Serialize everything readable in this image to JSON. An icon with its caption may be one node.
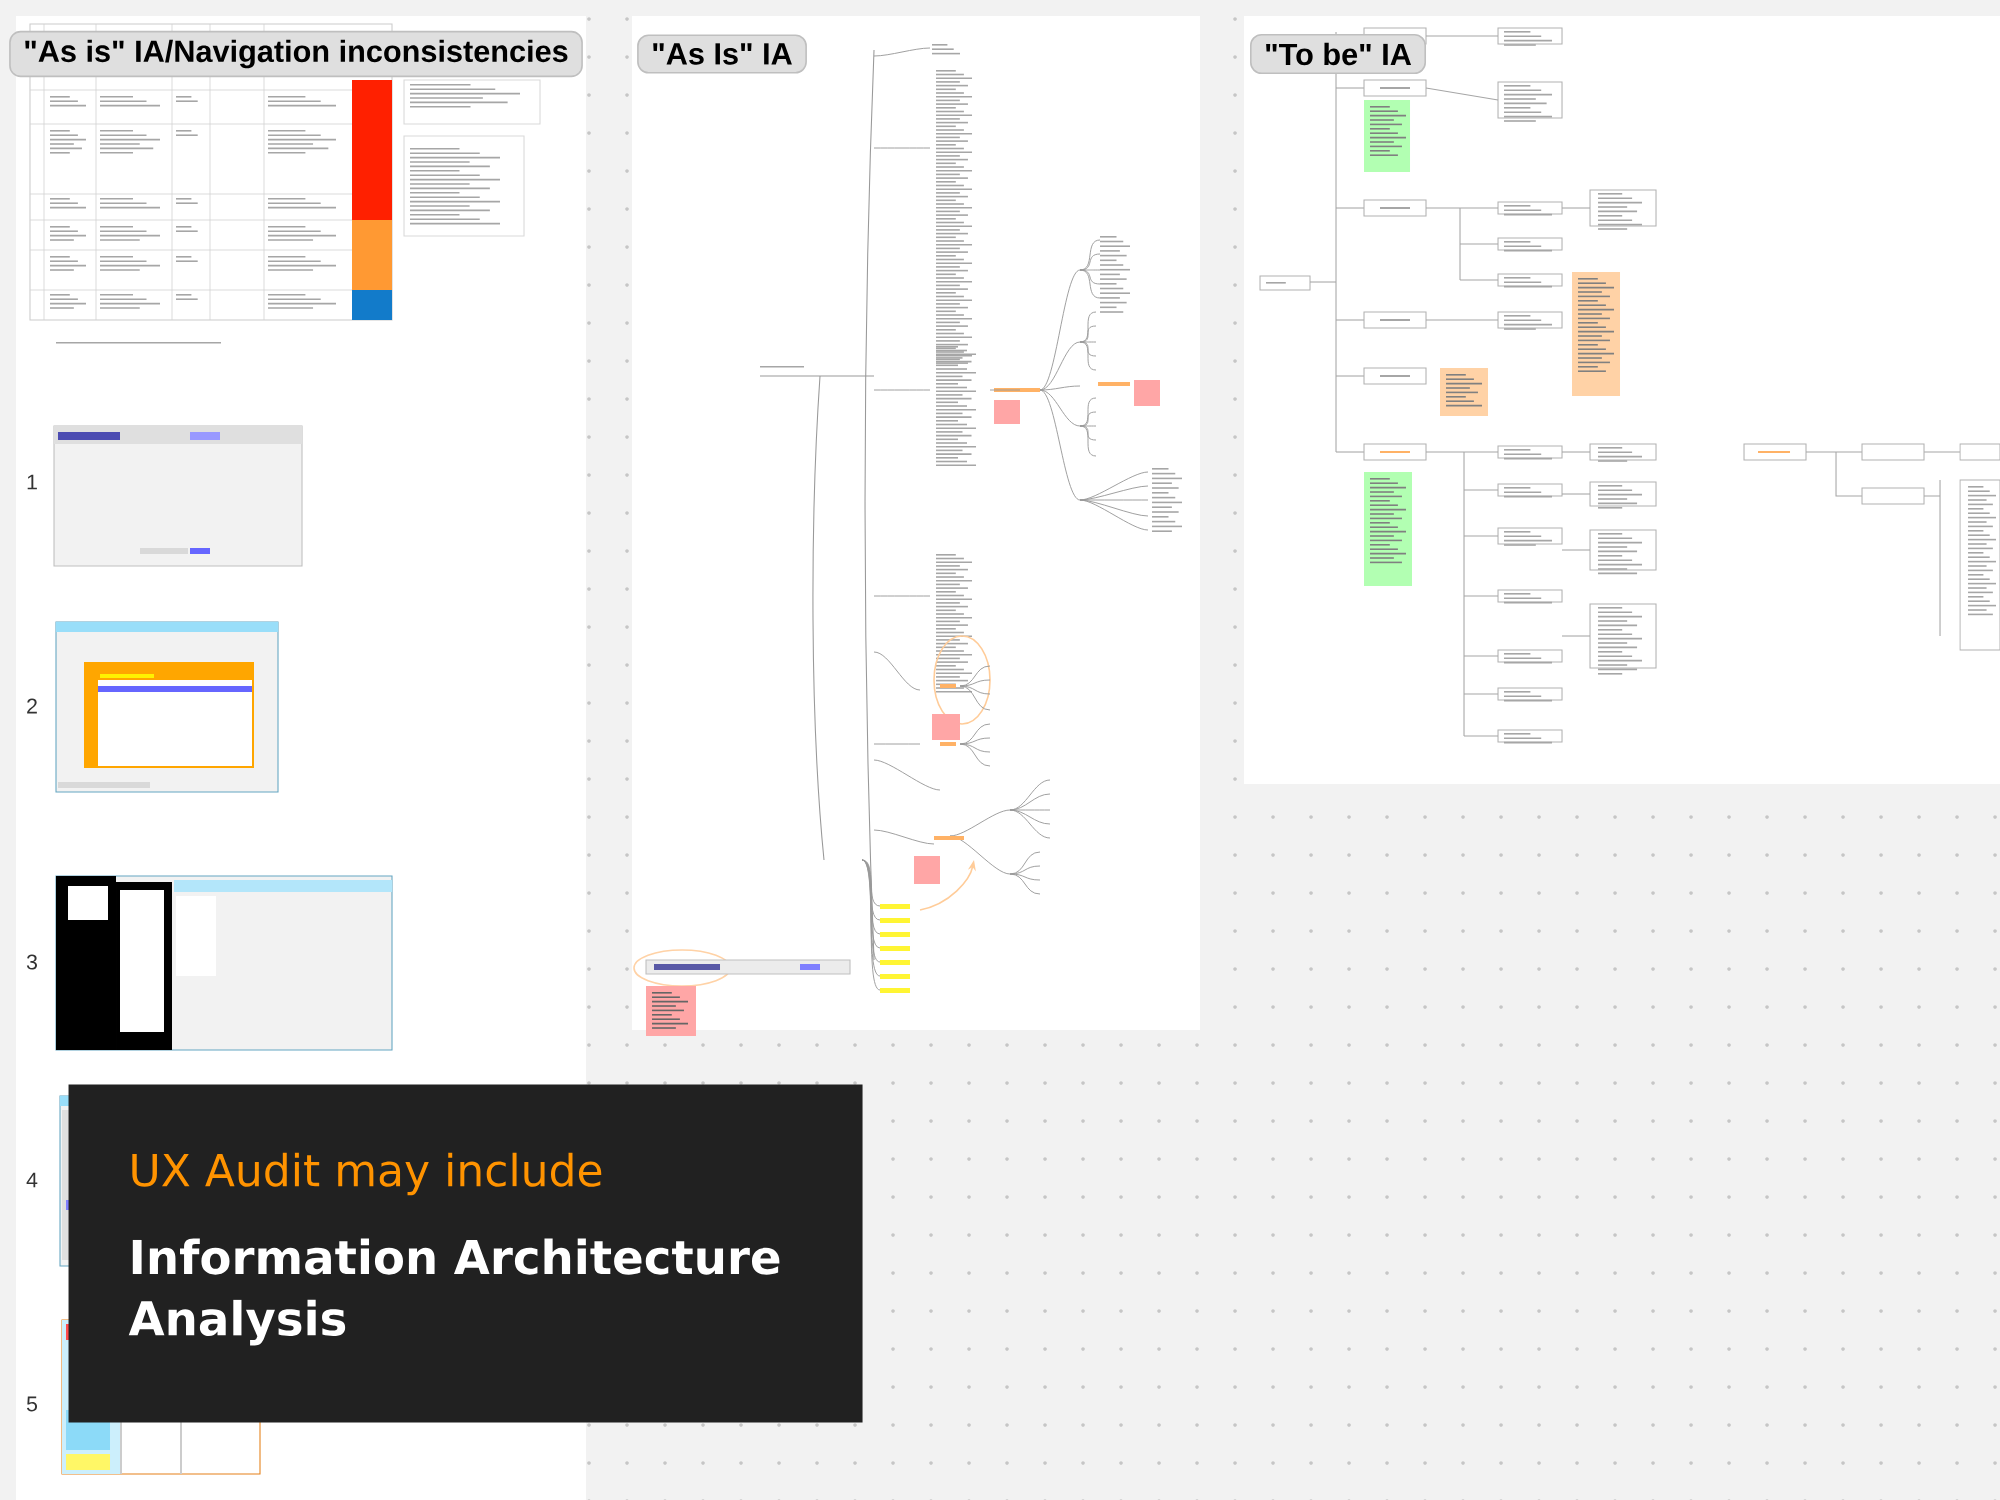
{
  "diagram": {
    "nodes": [
      {
        "text": [
          "\"As is\" IA/Navigation inconsistencies"
        ]
      },
      {
        "text": [
          "\"As Is\" IA"
        ]
      },
      {
        "text": [
          "\"To be\" IA"
        ]
      },
      {
        "text": [
          "UX Audit may include",
          "Information Architecture Analysis"
        ]
      }
    ],
    "labels": [
      "1",
      "2",
      "3",
      "4",
      "5"
    ]
  }
}
